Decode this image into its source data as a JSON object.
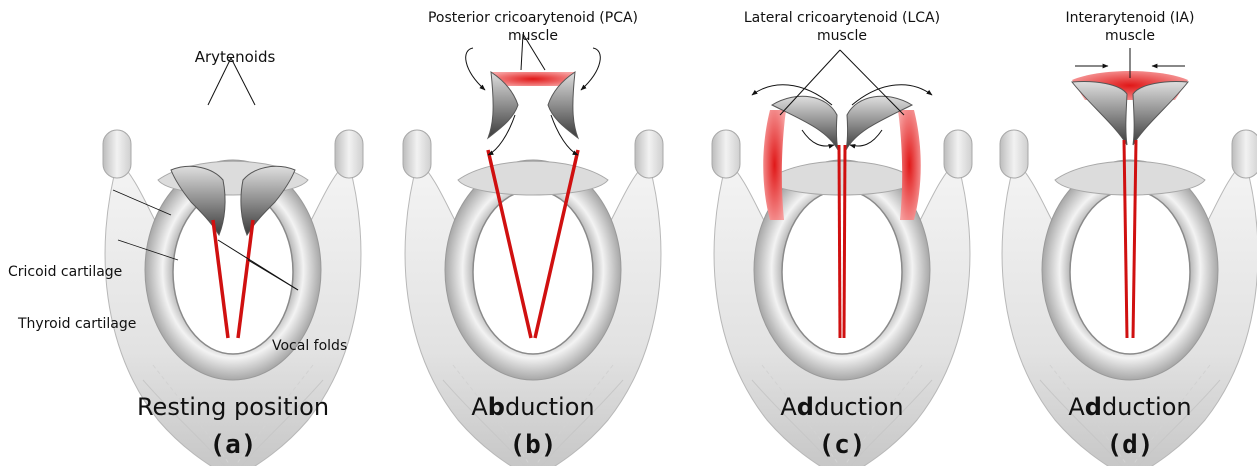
{
  "panels": [
    {
      "caption_pre": "Resting position",
      "caption_bold": "",
      "caption_post": "",
      "letter": "(a)",
      "labels": {
        "arytenoids": "Arytenoids",
        "cricoid": "Cricoid cartilage",
        "thyroid": "Thyroid cartilage",
        "vocal_folds": "Vocal folds"
      }
    },
    {
      "caption_pre": "A",
      "caption_bold": "b",
      "caption_post": "duction",
      "letter": "(b)",
      "muscle_line1": "Posterior cricoarytenoid (PCA)",
      "muscle_line2": "muscle"
    },
    {
      "caption_pre": "A",
      "caption_bold": "d",
      "caption_post": "duction",
      "letter": "(c)",
      "muscle_line1": "Lateral cricoarytenoid (LCA)",
      "muscle_line2": "muscle"
    },
    {
      "caption_pre": "A",
      "caption_bold": "d",
      "caption_post": "duction",
      "letter": "(d)",
      "muscle_line1": "Interarytenoid (IA)",
      "muscle_line2": "muscle"
    }
  ],
  "colors": {
    "vocal_fold": "#d01010",
    "muscle": "#e02020",
    "cartilage_light": "#e6e6e6",
    "cartilage_dark": "#9a9a9a"
  }
}
